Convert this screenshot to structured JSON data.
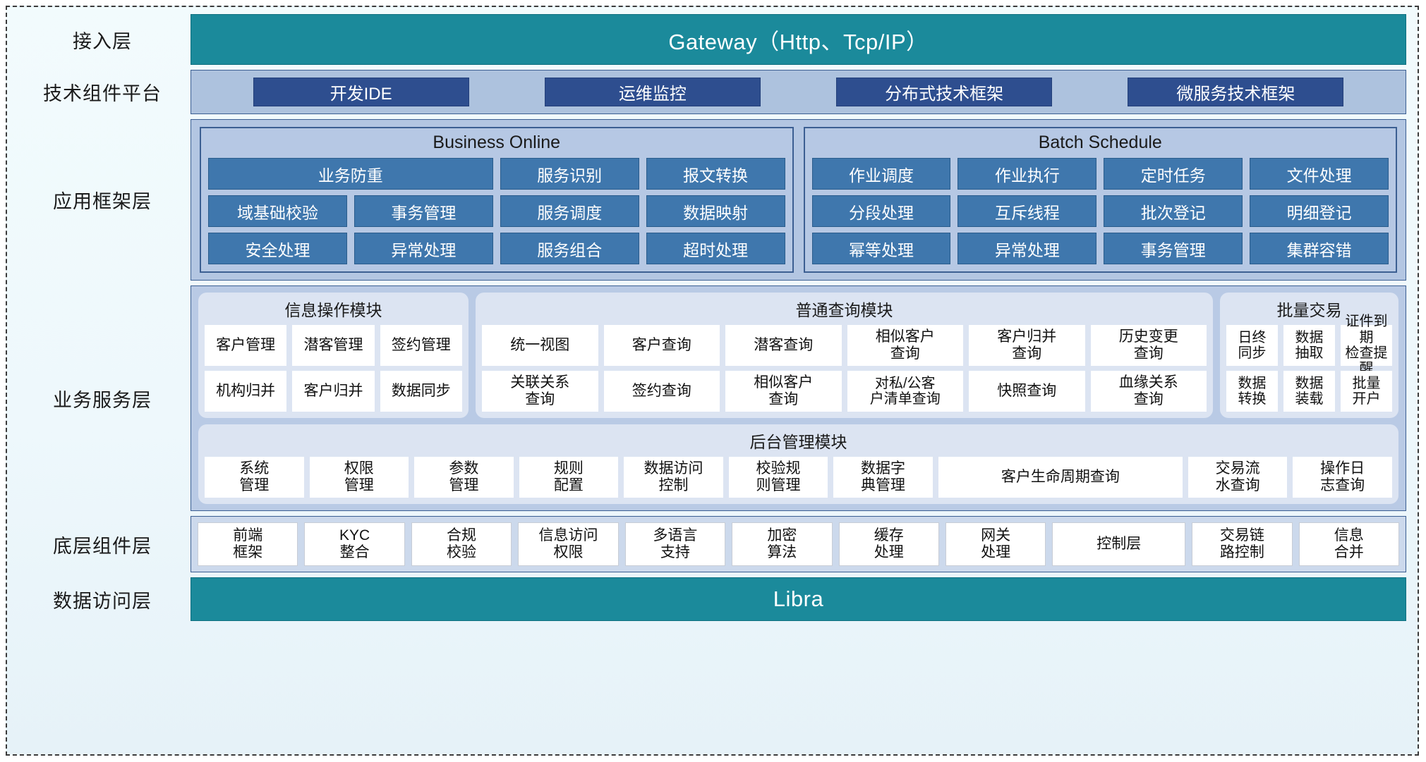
{
  "layers": {
    "access": {
      "label": "接入层",
      "bar": "Gateway（Http、Tcp/IP）"
    },
    "tech": {
      "label": "技术组件平台",
      "chips": [
        "开发IDE",
        "运维监控",
        "分布式技术框架",
        "微服务技术框架"
      ]
    },
    "appframe": {
      "label": "应用框架层",
      "groups": [
        {
          "title": "Business Online",
          "rows": [
            [
              "业务防重",
              "服务识别",
              "报文转换"
            ],
            [
              "域基础校验",
              "事务管理",
              "服务调度",
              "数据映射"
            ],
            [
              "安全处理",
              "异常处理",
              "服务组合",
              "超时处理"
            ]
          ]
        },
        {
          "title": "Batch Schedule",
          "rows": [
            [
              "作业调度",
              "作业执行",
              "定时任务",
              "文件处理"
            ],
            [
              "分段处理",
              "互斥线程",
              "批次登记",
              "明细登记"
            ],
            [
              "幂等处理",
              "异常处理",
              "事务管理",
              "集群容错"
            ]
          ]
        }
      ]
    },
    "bizservice": {
      "label": "业务服务层",
      "modules": [
        {
          "title": "信息操作模块",
          "rows": [
            [
              "客户管理",
              "潜客管理",
              "签约管理"
            ],
            [
              "机构归并",
              "客户归并",
              "数据同步"
            ]
          ]
        },
        {
          "title": "普通查询模块",
          "rows": [
            [
              "统一视图",
              "客户查询",
              "潜客查询",
              "相似客户\n查询",
              "客户归并\n查询",
              "历史变更\n查询"
            ],
            [
              "关联关系\n查询",
              "签约查询",
              "相似客户\n查询",
              "对私/公客\n户清单查询",
              "快照查询",
              "血缘关系\n查询"
            ]
          ]
        },
        {
          "title": "批量交易",
          "rows": [
            [
              "日终\n同步",
              "数据\n抽取",
              "证件到期\n检查提醒"
            ],
            [
              "数据\n转换",
              "数据\n装载",
              "批量\n开户"
            ]
          ]
        }
      ],
      "admin": {
        "title": "后台管理模块",
        "cells": [
          {
            "text": "系统\n管理",
            "wide": false
          },
          {
            "text": "权限\n管理",
            "wide": false
          },
          {
            "text": "参数\n管理",
            "wide": false
          },
          {
            "text": "规则\n配置",
            "wide": false
          },
          {
            "text": "数据访问\n控制",
            "wide": false
          },
          {
            "text": "校验规\n则管理",
            "wide": false
          },
          {
            "text": "数据字\n典管理",
            "wide": false
          },
          {
            "text": "客户生命周期查询",
            "wide": true
          },
          {
            "text": "交易流\n水查询",
            "wide": false
          },
          {
            "text": "操作日\n志查询",
            "wide": false
          }
        ]
      }
    },
    "component": {
      "label": "底层组件层",
      "cells": [
        {
          "text": "前端\n框架",
          "wide": false
        },
        {
          "text": "KYC\n整合",
          "wide": false
        },
        {
          "text": "合规\n校验",
          "wide": false
        },
        {
          "text": "信息访问\n权限",
          "wide": false
        },
        {
          "text": "多语言\n支持",
          "wide": false
        },
        {
          "text": "加密\n算法",
          "wide": false
        },
        {
          "text": "缓存\n处理",
          "wide": false
        },
        {
          "text": "网关\n处理",
          "wide": false
        },
        {
          "text": "控制层",
          "wide": true
        },
        {
          "text": "交易链\n路控制",
          "wide": false
        },
        {
          "text": "信息\n合并",
          "wide": false
        }
      ]
    },
    "data": {
      "label": "数据访问层",
      "bar": "Libra"
    }
  },
  "colors": {
    "teal": "#1b8a9b",
    "tech_chip": "#2e4e8f",
    "app_chip": "#3f77ad",
    "panel": "#b3c6e2",
    "module": "#dce4f2",
    "cell": "#ffffff",
    "border": "#3c5f92",
    "page_bg": "#eef8fc"
  }
}
